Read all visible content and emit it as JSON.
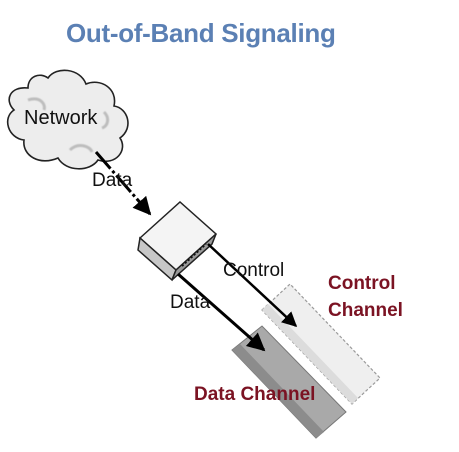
{
  "title": "Out-of-Band Signaling",
  "labels": {
    "network": "Network",
    "data_in": "Data",
    "control": "Control",
    "data_out": "Data",
    "control_channel": "Control\nChannel",
    "data_channel": "Data Channel"
  },
  "colors": {
    "title": "#5b80b4",
    "channel_label": "#7b1323",
    "control_channel_fill": "#efefef",
    "data_channel_fill": "#a9a9a9",
    "device_top": "#f4f4f4",
    "device_side": "#9a9a9a",
    "cloud_fill": "#ededed"
  },
  "icons": {
    "cloud": "network-cloud-icon",
    "device": "signaling-device-icon"
  }
}
